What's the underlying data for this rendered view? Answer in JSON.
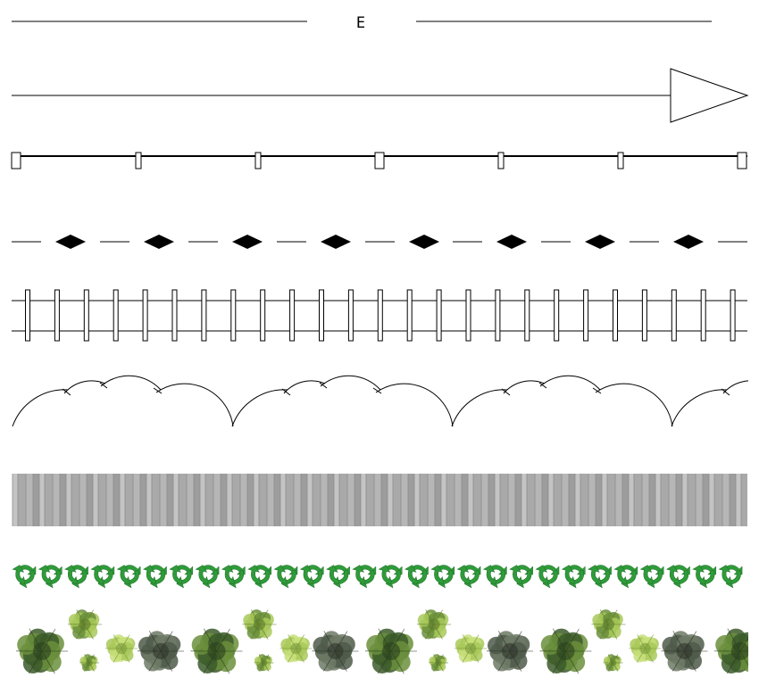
{
  "line_types": [
    {
      "name": "edge-line",
      "label": "E"
    },
    {
      "name": "arrow-line"
    },
    {
      "name": "post-fence"
    },
    {
      "name": "diamond-dash-line"
    },
    {
      "name": "rail-fence"
    },
    {
      "name": "hedge-outline"
    },
    {
      "name": "wood-plank-band"
    },
    {
      "name": "recycle-pattern-band"
    },
    {
      "name": "tree-pattern-band"
    }
  ],
  "colors": {
    "stroke": "#000000",
    "wood_base": "#a9a9a9",
    "wood_light": "#c4c4c4",
    "wood_dark": "#8c8c8c",
    "recycle_green": "#2f9b3a",
    "recycle_dark": "#1f6f28",
    "tree_dark": "#3c5a2a",
    "tree_mid": "#6b8f3c",
    "tree_light": "#a9c95a",
    "tree_gray": "#4f5a4a"
  },
  "icons": {
    "recycle_band": "recycle-icon",
    "tree_band": "tree-icon"
  }
}
